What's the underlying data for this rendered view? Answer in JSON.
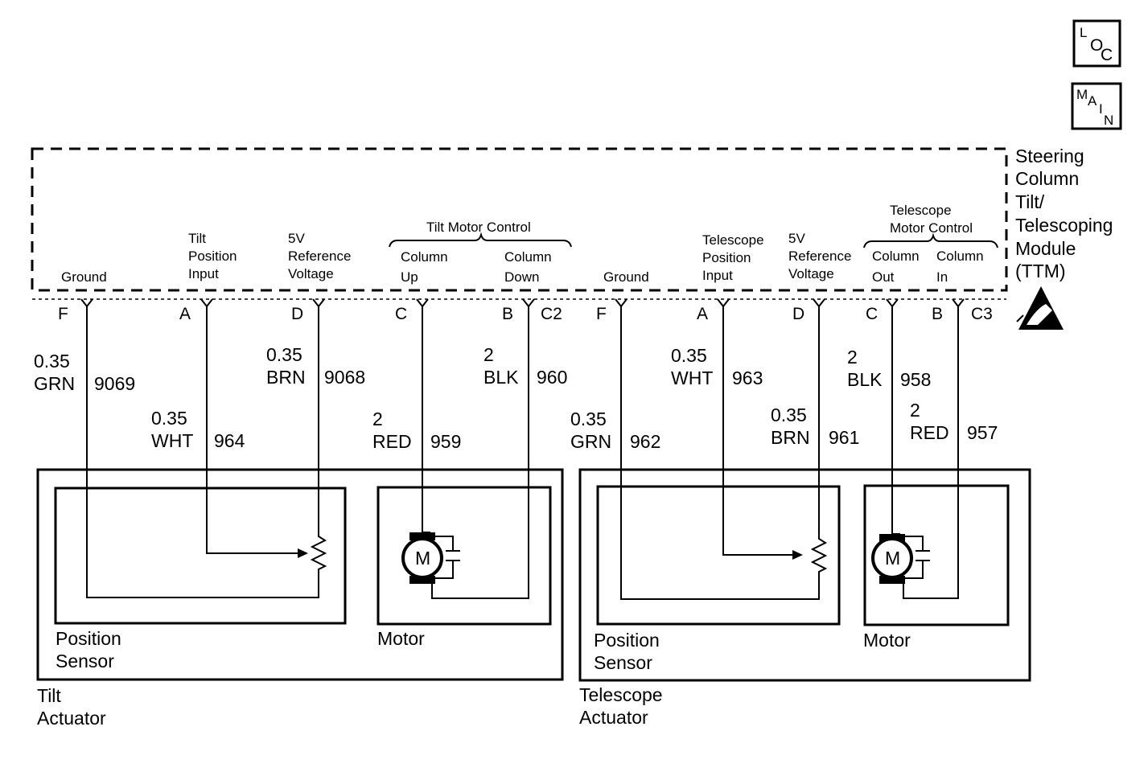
{
  "icons": {
    "loc": [
      "L",
      "O",
      "C"
    ],
    "main": [
      "M",
      "A",
      "I",
      "N"
    ],
    "esd": "esd-warning-icon"
  },
  "module": {
    "name": [
      "Steering",
      "Column",
      "Tilt/",
      "Telescoping",
      "Module",
      "(TTM)"
    ]
  },
  "tilt": {
    "pins": {
      "ground": [
        "Ground"
      ],
      "position": [
        "Tilt",
        "Position",
        "Input"
      ],
      "reference": [
        "5V",
        "Reference",
        "Voltage"
      ]
    },
    "motor_control": {
      "title": "Tilt Motor Control",
      "up": [
        "Column",
        "Up"
      ],
      "down": [
        "Column",
        "Down"
      ]
    },
    "connector": "C2",
    "terminals": [
      "F",
      "A",
      "D",
      "C",
      "B"
    ],
    "wires": [
      {
        "gauge": "0.35",
        "color": "GRN",
        "circuit": "9069"
      },
      {
        "gauge": "0.35",
        "color": "WHT",
        "circuit": "964"
      },
      {
        "gauge": "0.35",
        "color": "BRN",
        "circuit": "9068"
      },
      {
        "gauge": "2",
        "color": "RED",
        "circuit": "959"
      },
      {
        "gauge": "2",
        "color": "BLK",
        "circuit": "960"
      }
    ],
    "sensor_label": [
      "Position",
      "Sensor"
    ],
    "motor_label": "Motor",
    "motor_symbol": "M",
    "actuator_label": [
      "Tilt",
      "Actuator"
    ]
  },
  "telescope": {
    "pins": {
      "ground": [
        "Ground"
      ],
      "position": [
        "Telescope",
        "Position",
        "Input"
      ],
      "reference": [
        "5V",
        "Reference",
        "Voltage"
      ]
    },
    "motor_control": {
      "title": [
        "Telescope",
        "Motor Control"
      ],
      "out": [
        "Column",
        "Out"
      ],
      "in": [
        "Column",
        "In"
      ]
    },
    "connector": "C3",
    "terminals": [
      "F",
      "A",
      "D",
      "C",
      "B"
    ],
    "wires": [
      {
        "gauge": "0.35",
        "color": "GRN",
        "circuit": "962"
      },
      {
        "gauge": "0.35",
        "color": "WHT",
        "circuit": "963"
      },
      {
        "gauge": "0.35",
        "color": "BRN",
        "circuit": "961"
      },
      {
        "gauge": "2",
        "color": "BLK",
        "circuit": "958"
      },
      {
        "gauge": "2",
        "color": "RED",
        "circuit": "957"
      }
    ],
    "sensor_label": [
      "Position",
      "Sensor"
    ],
    "motor_label": "Motor",
    "motor_symbol": "M",
    "actuator_label": [
      "Telescope",
      "Actuator"
    ]
  }
}
